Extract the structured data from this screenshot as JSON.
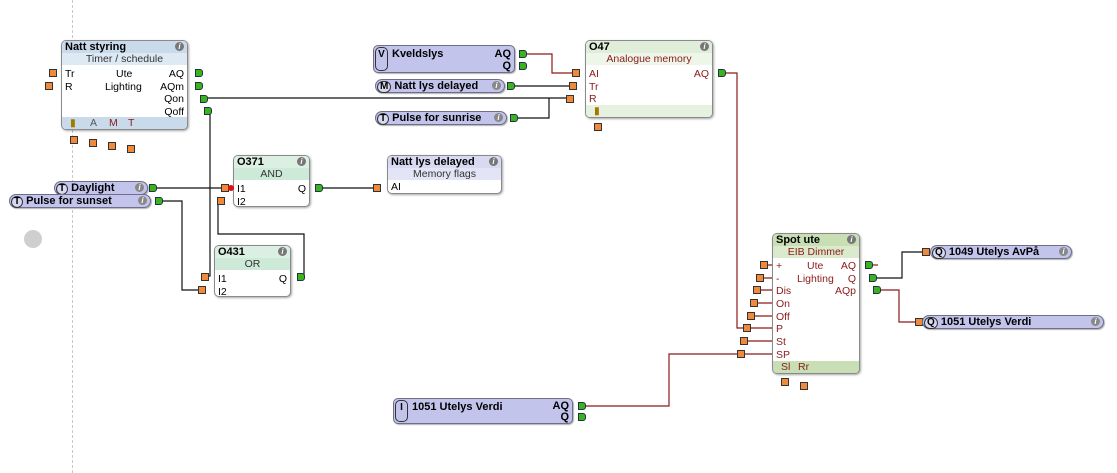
{
  "blocks": {
    "natt_styring": {
      "title": "Natt styring",
      "subtitle": "Timer / schedule",
      "in_tr": "Tr",
      "in_r": "R",
      "mid1": "Ute",
      "mid2": "Lighting",
      "out_aq": "AQ",
      "out_aqm": "AQm",
      "out_qon": "Qon",
      "out_qoff": "Qoff",
      "foot_a": "A",
      "foot_m": "M",
      "foot_t": "T"
    },
    "kveldslys": {
      "tag": "V",
      "title": "Kveldslys",
      "out_aq": "AQ",
      "out_q": "Q"
    },
    "natt_lys_delayed_m": {
      "tag": "M",
      "title": "Natt lys delayed"
    },
    "pulse_sunrise": {
      "tag": "T",
      "title": "Pulse for sunrise"
    },
    "o47": {
      "title": "O47",
      "subtitle": "Analogue memory",
      "in_ai": "AI",
      "in_tr": "Tr",
      "in_r": "R",
      "out_aq": "AQ"
    },
    "daylight": {
      "tag": "T",
      "title": "Daylight"
    },
    "pulse_sunset": {
      "tag": "T",
      "title": "Pulse for sunset"
    },
    "o371": {
      "title": "O371",
      "subtitle": "AND",
      "in1": "I1",
      "in2": "I2",
      "out": "Q"
    },
    "natt_lys_delayed_flag": {
      "title": "Natt lys delayed",
      "subtitle": "Memory flags",
      "in_ai": "AI"
    },
    "o431": {
      "title": "O431",
      "subtitle": "OR",
      "in1": "I1",
      "in2": "I2",
      "out": "Q"
    },
    "spot_ute": {
      "title": "Spot ute",
      "subtitle": "EIB Dimmer",
      "mid1": "Ute",
      "mid2": "Lighting",
      "inputs": [
        "+",
        "-",
        "Dis",
        "On",
        "Off",
        "P",
        "St",
        "SP"
      ],
      "out_aq": "AQ",
      "out_q": "Q",
      "out_aqp": "AQp",
      "foot_sl": "Sl",
      "foot_rr": "Rr"
    },
    "q1049": {
      "tag": "Q",
      "title": "1049 Utelys AvPå"
    },
    "q1051": {
      "tag": "Q",
      "title": "1051 Utelys Verdi"
    },
    "i1051": {
      "tag": "I",
      "title": "1051 Utelys Verdi",
      "out_aq": "AQ",
      "out_q": "Q"
    }
  },
  "icons": {
    "info": "i"
  }
}
